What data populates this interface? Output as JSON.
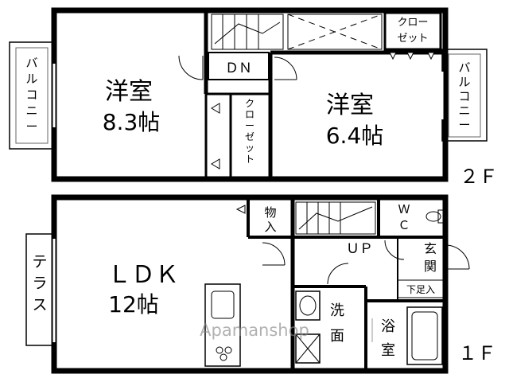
{
  "floor2": {
    "floor_label": "２Ｆ",
    "room_west_name": "洋室",
    "room_west_size": "8.3帖",
    "room_east_name": "洋室",
    "room_east_size": "6.4帖",
    "balcony_west": [
      "バ",
      "ル",
      "コ",
      "ニ",
      "ー"
    ],
    "balcony_east": [
      "バ",
      "ル",
      "コ",
      "ニ",
      "ー"
    ],
    "closet_top": [
      "クロー",
      "ゼット"
    ],
    "closet_mid": [
      "ク",
      "ロ",
      "ー",
      "ゼ",
      "ッ",
      "ト"
    ],
    "stairs_dn": "ＤＮ"
  },
  "floor1": {
    "floor_label": "１Ｆ",
    "ldk_name": "ＬＤＫ",
    "ldk_size": "12帖",
    "terrace": [
      "テ",
      "ラ",
      "ス"
    ],
    "storage": [
      "物",
      "入"
    ],
    "wc": [
      "Ｗ",
      "Ｃ"
    ],
    "stairs_up": "ＵＰ",
    "entrance": [
      "玄",
      "関"
    ],
    "shoe_box": "下足入",
    "washroom": [
      "洗",
      "面"
    ],
    "bathroom": [
      "浴",
      "室"
    ]
  },
  "watermark": "Apamanshop",
  "colors": {
    "wall": "#000000",
    "thin": "#444444",
    "faint": "#bbbbbb"
  }
}
